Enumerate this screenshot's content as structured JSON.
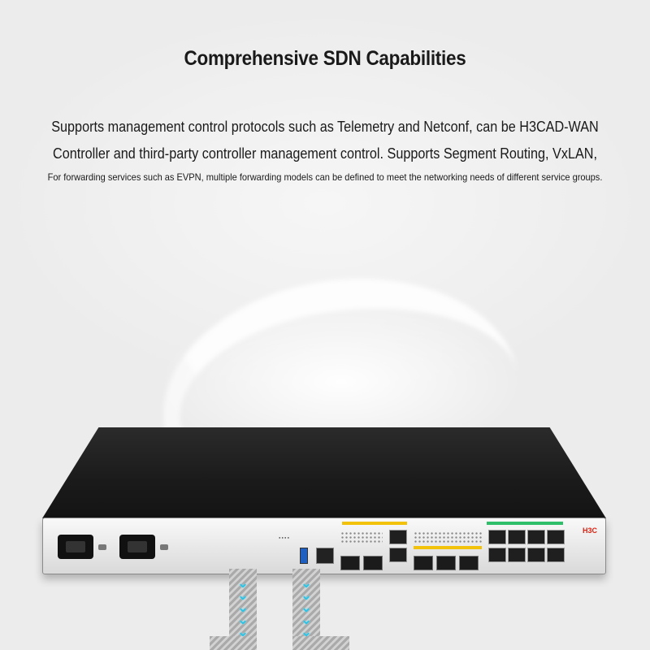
{
  "heading": {
    "title": "Comprehensive SDN Capabilities",
    "line1": "Supports management control protocols such as Telemetry and Netconf, can be H3CAD-WAN",
    "line2": "Controller and third-party controller management control. Supports Segment Routing, VxLAN,",
    "line3": "For forwarding services such as EVPN, multiple forwarding models can be defined to meet the networking needs of different service groups."
  },
  "device": {
    "brand": "H3C",
    "accent_orange": "#f2c10a",
    "accent_green": "#2fbf6a",
    "arrow_color": "#29c3e6"
  },
  "icons": {
    "flow_arrow": "chevron-down-icon"
  }
}
